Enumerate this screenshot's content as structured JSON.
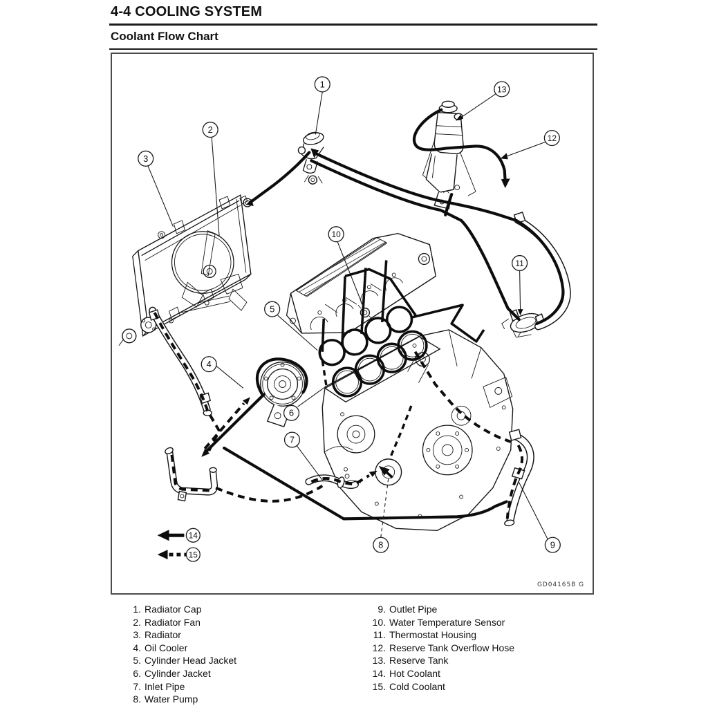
{
  "page": {
    "title": "4-4 COOLING SYSTEM",
    "section": "Coolant Flow Chart",
    "figure_code": "GD04165B G"
  },
  "legend": {
    "left": [
      {
        "num": "1.",
        "label": "Radiator Cap"
      },
      {
        "num": "2.",
        "label": "Radiator Fan"
      },
      {
        "num": "3.",
        "label": "Radiator"
      },
      {
        "num": "4.",
        "label": "Oil Cooler"
      },
      {
        "num": "5.",
        "label": "Cylinder Head Jacket"
      },
      {
        "num": "6.",
        "label": "Cylinder Jacket"
      },
      {
        "num": "7.",
        "label": "Inlet Pipe"
      },
      {
        "num": "8.",
        "label": "Water Pump"
      }
    ],
    "right": [
      {
        "num": "9.",
        "label": "Outlet Pipe"
      },
      {
        "num": "10.",
        "label": "Water Temperature Sensor"
      },
      {
        "num": "11.",
        "label": "Thermostat Housing"
      },
      {
        "num": "12.",
        "label": "Reserve Tank Overflow Hose"
      },
      {
        "num": "13.",
        "label": "Reserve Tank"
      },
      {
        "num": "14.",
        "label": "Hot Coolant"
      },
      {
        "num": "15.",
        "label": "Cold Coolant"
      }
    ]
  },
  "diagram": {
    "callouts": [
      "1",
      "2",
      "3",
      "4",
      "5",
      "6",
      "7",
      "8",
      "9",
      "10",
      "11",
      "12",
      "13",
      "14",
      "15"
    ],
    "ink_color": "#111111",
    "background": "#ffffff"
  }
}
